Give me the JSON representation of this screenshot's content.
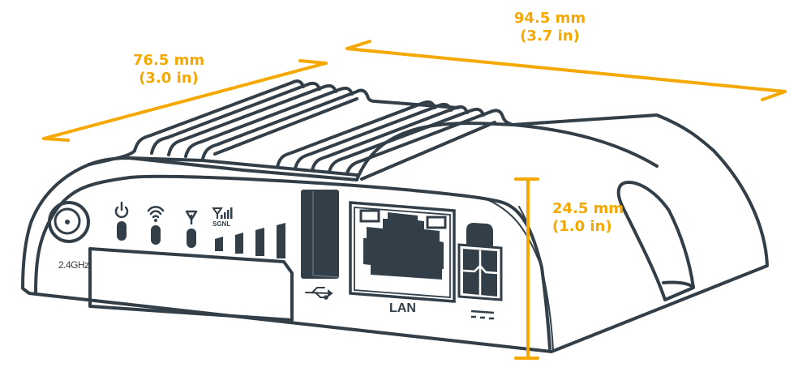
{
  "colors": {
    "dimension": "#f5a800",
    "outline": "#333f48",
    "background": "#ffffff"
  },
  "dimensions": {
    "depth": {
      "mm": "76.5 mm",
      "in": "(3.0 in)"
    },
    "width": {
      "mm": "94.5 mm",
      "in": "(3.7 in)"
    },
    "height": {
      "mm": "24.5 mm",
      "in": "(1.0 in)"
    }
  },
  "device": {
    "antenna_label": "2.4GHz",
    "indicators": [
      {
        "name": "power",
        "icon": "power-icon"
      },
      {
        "name": "wifi",
        "icon": "wifi-icon"
      },
      {
        "name": "cellular",
        "icon": "antenna-icon"
      },
      {
        "name": "signal",
        "icon": "signal-bars-icon",
        "label": "SGNL"
      }
    ],
    "signal_bar_count": 4,
    "ports": [
      {
        "name": "usb",
        "icon": "usb-icon"
      },
      {
        "name": "lan",
        "label": "LAN"
      },
      {
        "name": "dc-power",
        "icon": "dc-power-icon"
      }
    ]
  }
}
